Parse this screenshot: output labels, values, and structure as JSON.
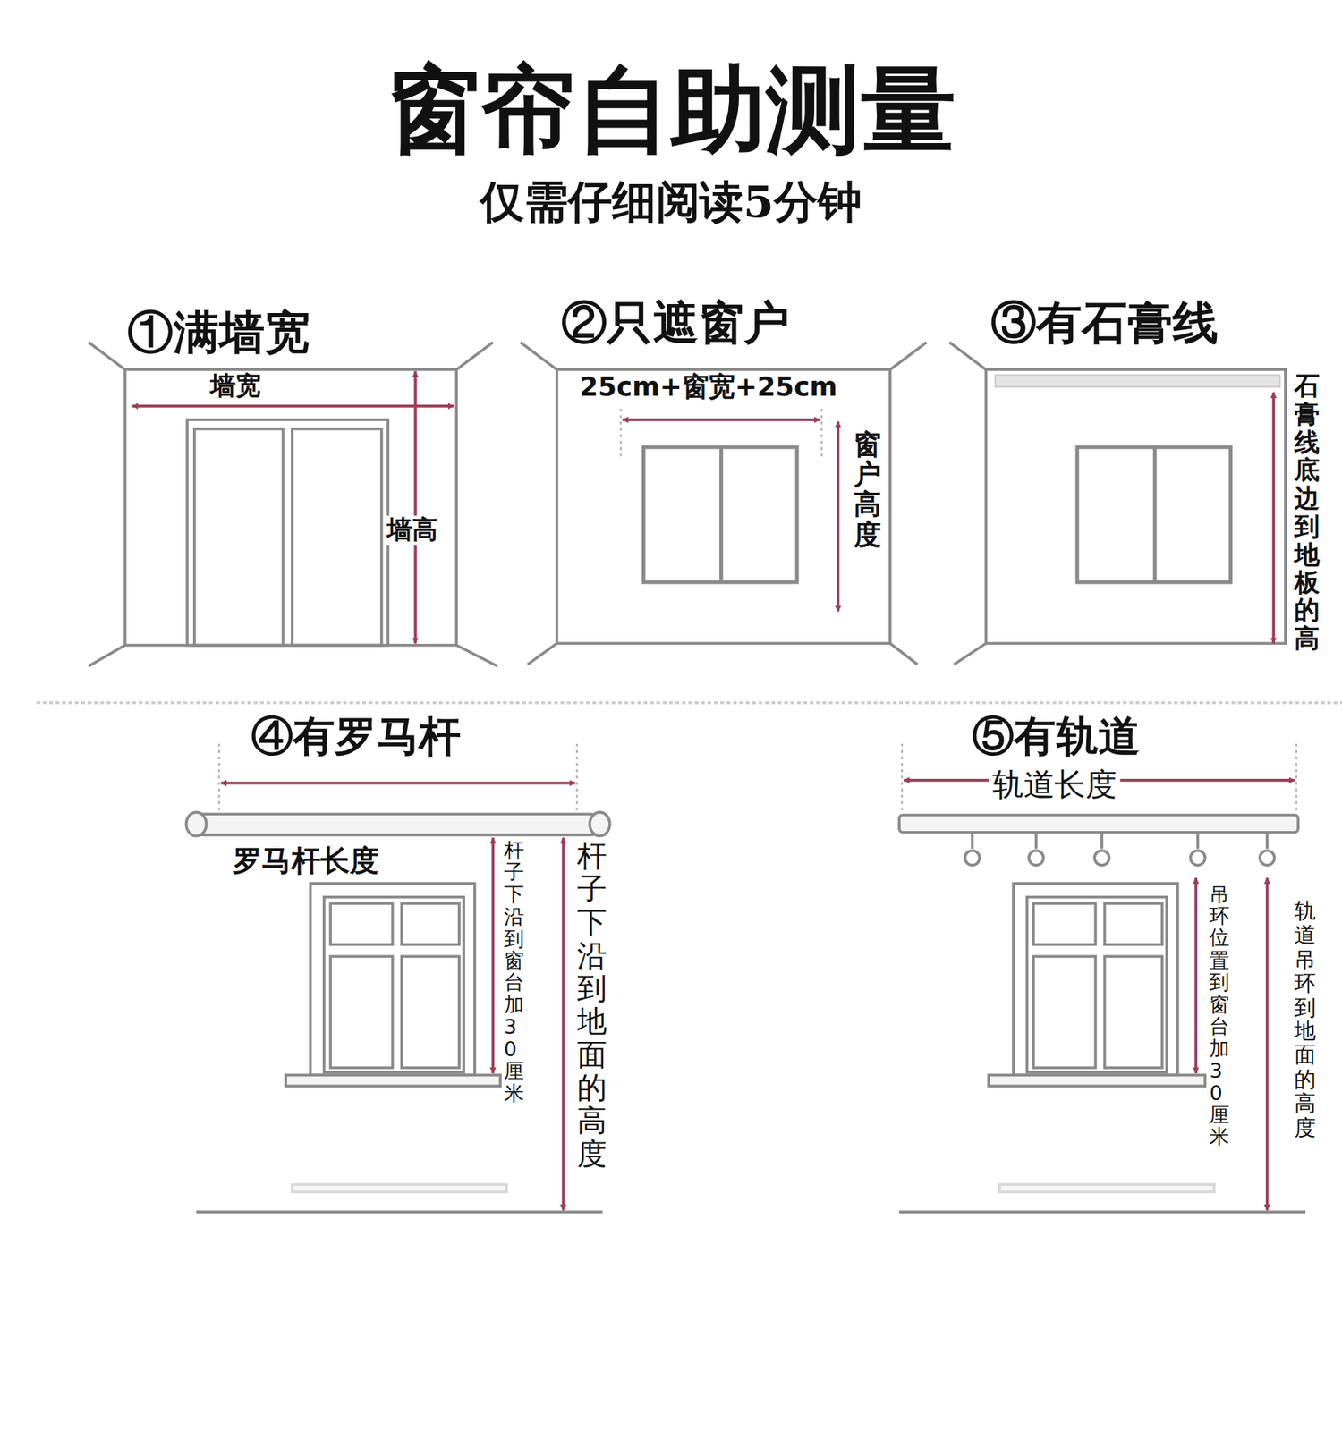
{
  "diagram": {
    "title": "窗帘自助测量",
    "caption": "仅需仔细阅读5分钟",
    "nodes": [
      {
        "text": [
          "①满墙宽",
          "墙宽",
          "墙高"
        ]
      },
      {
        "text": [
          "②只遮窗户",
          "25cm+窗宽+25cm",
          "窗户高度"
        ]
      },
      {
        "text": [
          "③有石膏线",
          "石膏线底边到地板的高"
        ]
      },
      {
        "text": [
          "④有罗马杆",
          "罗马杆长度",
          "杆子下沿到窗台加30厘米",
          "杆子下沿到地面的高度"
        ]
      },
      {
        "text": [
          "⑤有轨道",
          "轨道长度",
          "吊环位置到窗台加30厘米",
          "轨道吊环到地面的高度"
        ]
      }
    ]
  }
}
